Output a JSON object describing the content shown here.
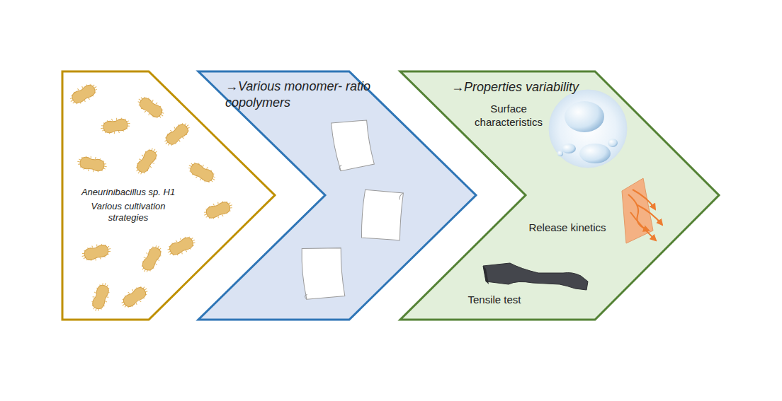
{
  "diagram": {
    "nodes": [
      {
        "text": [
          "Aneurinibacillus sp. H1",
          "Various cultivation strategies"
        ]
      },
      {
        "text": [
          "→Various monomer- ratio copolymers"
        ]
      },
      {
        "text": [
          "→Properties variability",
          "Surface characteristics",
          "Release kinetics",
          "Tensile test"
        ]
      }
    ]
  }
}
